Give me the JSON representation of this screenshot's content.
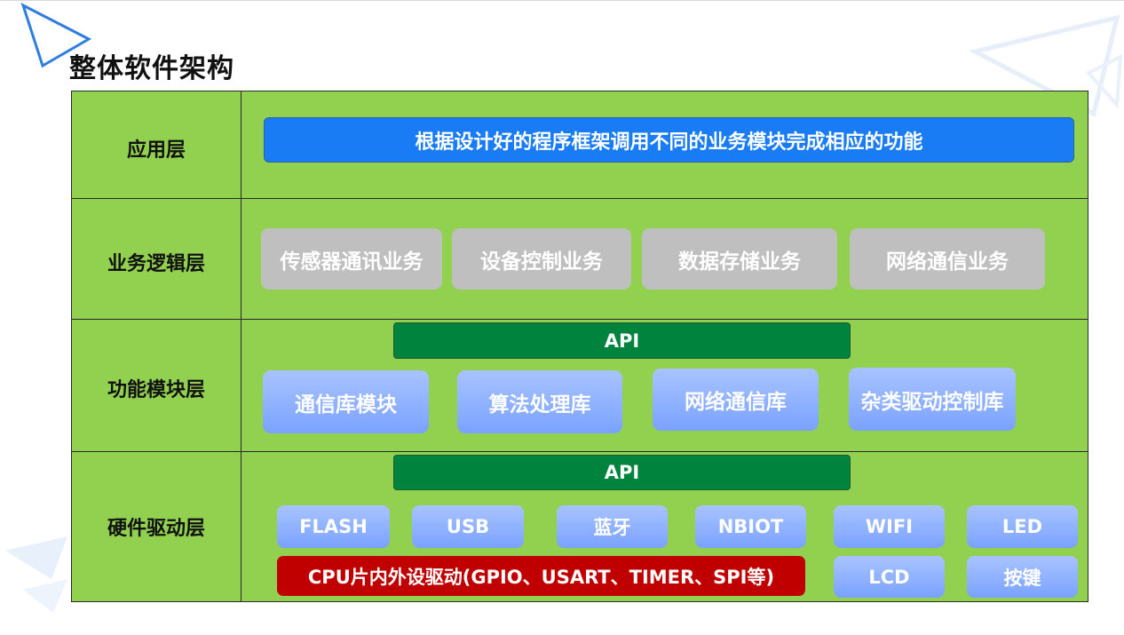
{
  "title": "整体软件架构",
  "layers": {
    "app": {
      "label": "应用层",
      "description": "根据设计好的程序框架调用不同的业务模块完成相应的功能"
    },
    "business": {
      "label": "业务逻辑层",
      "items": [
        "传感器通讯业务",
        "设备控制业务",
        "数据存储业务",
        "网络通信业务"
      ]
    },
    "function": {
      "label": "功能模块层",
      "api_label": "API",
      "items": [
        "通信库模块",
        "算法处理库",
        "网络通信库",
        "杂类驱动控制库"
      ]
    },
    "hardware": {
      "label": "硬件驱动层",
      "api_label": "API",
      "items": [
        "FLASH",
        "USB",
        "蓝牙",
        "NBIOT",
        "WIFI",
        "LED",
        "LCD",
        "按键"
      ],
      "cpu_driver": "CPU片内外设驱动(GPIO、USART、TIMER、SPI等)"
    }
  },
  "colors": {
    "grid_bg": "#92d050",
    "app_bar": "#1a7cf5",
    "business_box": "#bfbfbf",
    "api_bar": "#00843d",
    "module_box": "#8fb0ff",
    "cpu_bar": "#c00000"
  }
}
